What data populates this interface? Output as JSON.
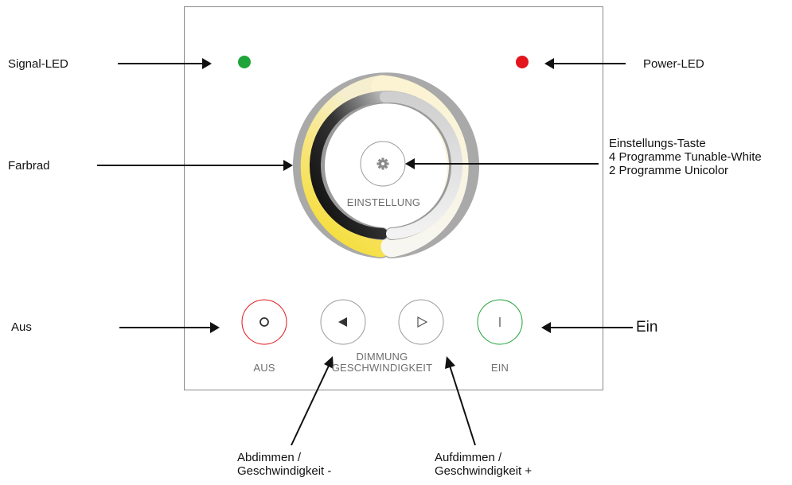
{
  "panel": {
    "wheel_label": "EINSTELLUNG",
    "off_label": "AUS",
    "dimming_label_line1": "DIMMUNG",
    "dimming_label_line2": "GESCHWINDIGKEIT",
    "on_label": "EIN",
    "off_symbol": "O",
    "on_symbol": "I",
    "colors": {
      "signal_led": "#1fa43a",
      "power_led": "#e3141c",
      "off_button_ring": "#e3141c",
      "on_button_ring": "#1fa43a",
      "wheel_warm": "#f6de38",
      "wheel_cool": "#f7f6ee",
      "wheel_inner": "#111111"
    }
  },
  "callouts": {
    "signal_led": "Signal-LED",
    "power_led": "Power-LED",
    "farbrad": "Farbrad",
    "einstellung_line1": "Einstellungs-Taste",
    "einstellung_line2": "4 Programme Tunable-White",
    "einstellung_line3": "2 Programme Unicolor",
    "aus": "Aus",
    "ein": "Ein",
    "abdimmen_line1": "Abdimmen /",
    "abdimmen_line2": "Geschwindigkeit -",
    "aufdimmen_line1": "Aufdimmen  /",
    "aufdimmen_line2": "Geschwindigkeit +"
  },
  "icons": [
    "gear-icon",
    "circle-icon",
    "triangle-left-icon",
    "triangle-right-icon",
    "vertical-bar-icon",
    "arrow-icon"
  ]
}
